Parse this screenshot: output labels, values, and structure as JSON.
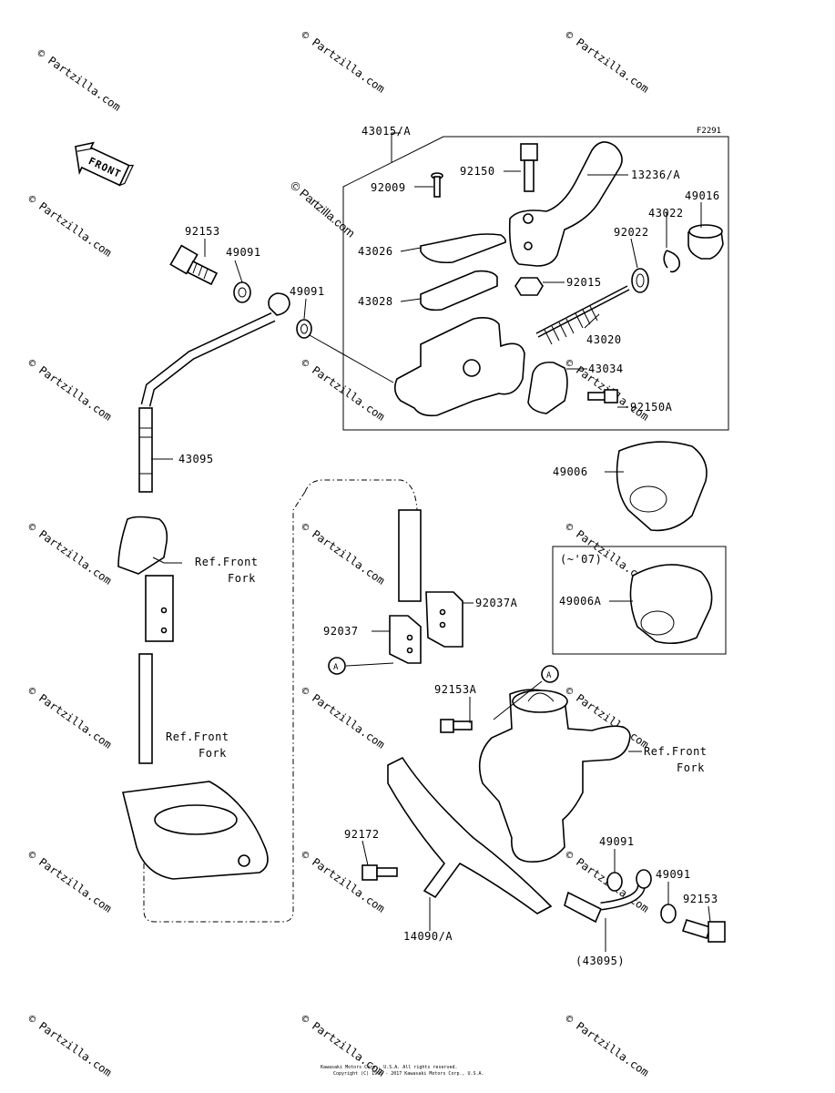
{
  "figure_code": "F2291",
  "front_label": "FRONT",
  "watermark_main": "© Partzilla.com",
  "watermark_text": "© Partzilla.com",
  "box_inset_label": "(~'07)",
  "callout_marker": "A",
  "ref_front_fork_line1": "Ref.Front",
  "ref_front_fork_line2": "Fork",
  "ref_front_fork_right_line1": "Ref.Front",
  "ref_front_fork_right_line2": "Fork",
  "footer_line1": "Kawasaki Motors Corp., U.S.A. All rights reserved.",
  "footer_line2": "Copyright (C) 1995 - 2017 Kawasaki Motors Corp., U.S.A.",
  "parts": {
    "p43015A": "43015/A",
    "p92150": "92150",
    "p13236A": "13236/A",
    "p92009": "92009",
    "p49016": "49016",
    "p43022": "43022",
    "p92022": "92022",
    "p43026": "43026",
    "p92015": "92015",
    "p43028": "43028",
    "p43020": "43020",
    "p43034": "43034",
    "p92150A": "92150A",
    "p92153_top": "92153",
    "p49091_top": "49091",
    "p49091_mid": "49091",
    "p43095": "43095",
    "p49006": "49006",
    "p49006A": "49006A",
    "p92037A": "92037A",
    "p92037": "92037",
    "p92153A": "92153A",
    "p92172": "92172",
    "p14090A": "14090/A",
    "p49091_b1": "49091",
    "p49091_b2": "49091",
    "p92153_bot": "92153",
    "p43095_bot": "(43095)"
  }
}
